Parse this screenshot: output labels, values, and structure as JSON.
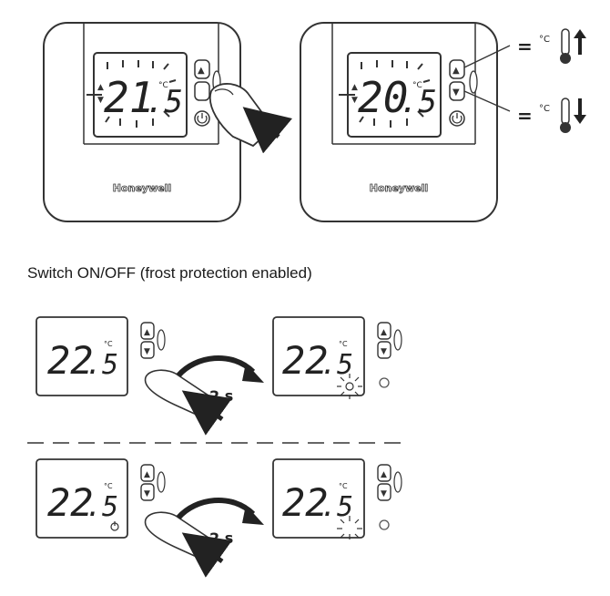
{
  "brand": "Honeywell",
  "units": "°C",
  "thermostat_left": {
    "temperature_main": "21",
    "temperature_decimal": ".5"
  },
  "thermostat_right": {
    "temperature_main": "20",
    "temperature_decimal": ".5"
  },
  "legend": {
    "increase_label": "°C",
    "decrease_label": "°C",
    "equals": "="
  },
  "caption": "Switch ON/OFF (frost protection enabled)",
  "steps": {
    "on_before": {
      "temperature_main": "22",
      "temperature_decimal": ".5"
    },
    "on_after": {
      "temperature_main": "22",
      "temperature_decimal": ".5"
    },
    "off_before": {
      "temperature_main": "22",
      "temperature_decimal": ".5"
    },
    "off_after": {
      "temperature_main": "22",
      "temperature_decimal": ".5"
    },
    "hold_duration_top": "2 s",
    "hold_duration_bottom": "2 s"
  },
  "colors": {
    "line": "#333333",
    "device_fill": "#ffffff",
    "gray": "#888888"
  }
}
